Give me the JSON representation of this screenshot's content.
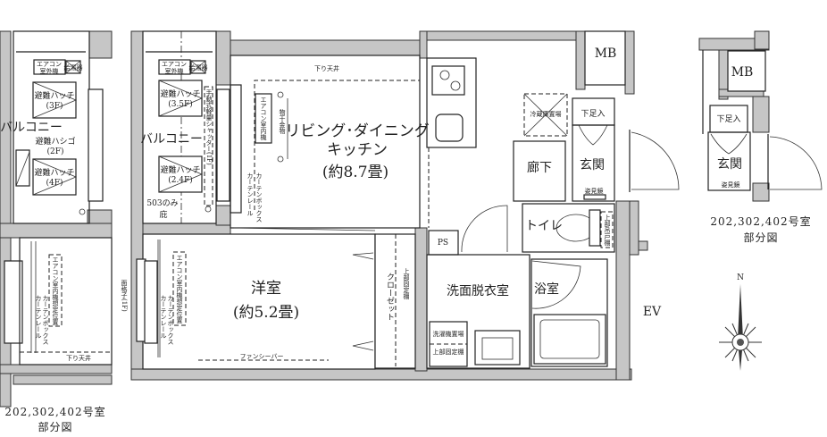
{
  "colors": {
    "wall": "#c6c6c6",
    "line": "#222222",
    "background": "#ffffff"
  },
  "main": {
    "ldk": {
      "name": "リビング･ダイニング",
      "name2": "キッチン",
      "size": "(約8.7畳)"
    },
    "western_room": {
      "name": "洋室",
      "size": "(約5.2畳)"
    },
    "washroom": "洗面脱衣室",
    "bathroom": "浴室",
    "hallway": "廊下",
    "entrance": "玄関",
    "toilet": "トイレ",
    "ps": "PS",
    "mb": "MB",
    "ev": "EV",
    "shoe_box": "下足入",
    "mirror": "姿見鏡",
    "fridge": "冷蔵庫置場",
    "washer": "洗濯機置場",
    "upper_shelf": "上部固定棚",
    "upper_shelf_toilet": "上部吊戸棚",
    "closet": "クローゼット",
    "closet_shelf": "上部固定棚",
    "fancy_bar": "ファンシーバー",
    "lowered_ceiling": "下り天井",
    "window_grille": "面格子(1F)",
    "ac_indoor": "エアコン室内機",
    "ac_indoor_planned": "エアコン室内機想定位置",
    "drying_hardware": "物干金物",
    "curtain_box": "カーテンボックス",
    "curtain_rail": "カーテンレール",
    "shutter": "手動式軽量シャッター(1F)",
    "balcony": "バルコニー",
    "ac_outdoor_1": "エアコン",
    "ac_outdoor_2": "室外機",
    "water_heater": "給湯器",
    "hatch_a": "避難ハッチ",
    "hatch_a_floor": "(3.5F)",
    "hatch_b": "避難ハッチ",
    "hatch_b_floor": "(2.4F)",
    "eaves_note": "503のみ",
    "eaves": "庇"
  },
  "left_partial": {
    "balcony": "バルコニー",
    "ac_outdoor_1": "エアコン",
    "ac_outdoor_2": "室外機",
    "water_heater": "給湯器",
    "hatch_top": "避難ハッチ",
    "hatch_top_floor": "(3F)",
    "ladder": "避難ハシゴ",
    "ladder_floor": "(2F)",
    "hatch_bottom": "避難ハッチ",
    "hatch_bottom_floor": "(4F)",
    "ac_indoor_planned": "エアコン室内機想定位置",
    "curtain_box": "カーテンボックス",
    "curtain_rail": "カーテンレール",
    "lowered_ceiling": "下り天井",
    "caption": "202,302,402号室",
    "caption2": "部分図"
  },
  "right_partial": {
    "mb": "MB",
    "shoe_box": "下足入",
    "entrance": "玄関",
    "mirror": "姿見鏡",
    "caption": "202,302,402号室",
    "caption2": "部分図"
  },
  "compass": {
    "north_label": "N"
  }
}
